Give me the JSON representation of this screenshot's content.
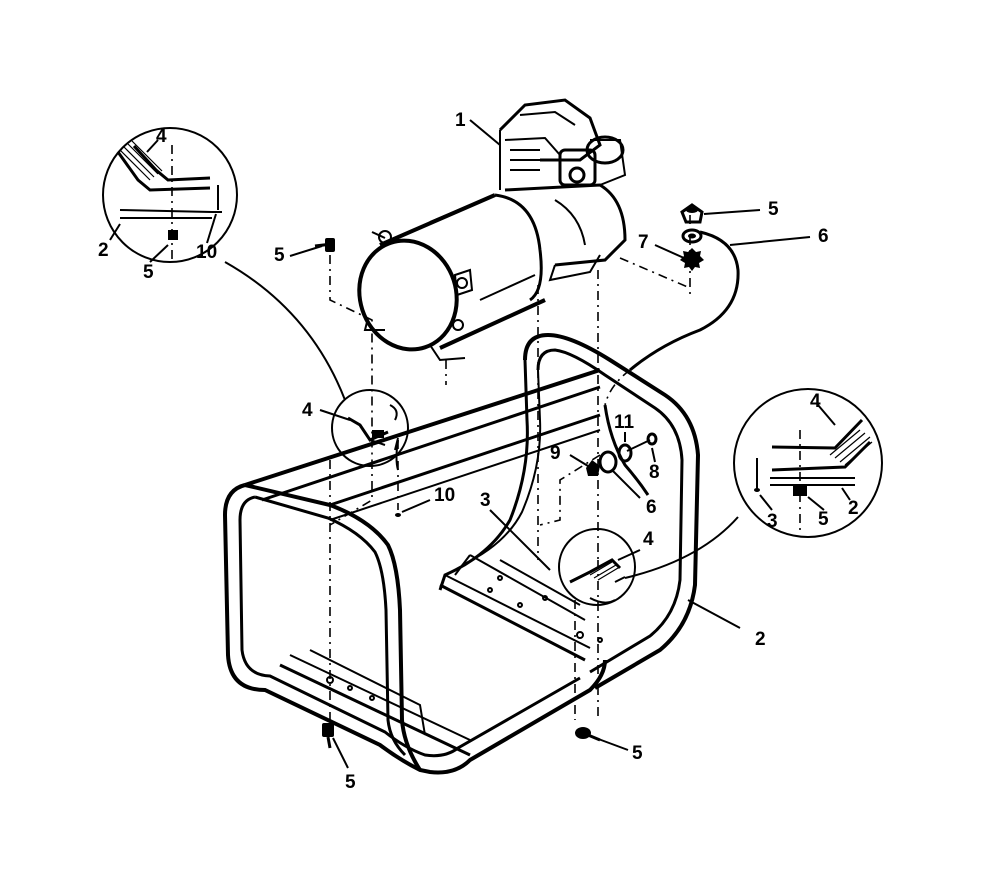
{
  "callouts": {
    "c1": "1",
    "c5_left_top": "5",
    "c5_right_top": "5",
    "c7": "7",
    "c6_top": "6",
    "c4_mid": "4",
    "c10_mid": "10",
    "c11": "11",
    "c9": "9",
    "c8": "8",
    "c6_mid": "6",
    "c3_mid": "3",
    "c4_right": "4",
    "c2_right": "2",
    "c5_bottom_left": "5",
    "c5_bottom_right": "5",
    "inset_left": {
      "c4": "4",
      "c2": "2",
      "c5": "5",
      "c10": "10"
    },
    "inset_right": {
      "c4": "4",
      "c3": "3",
      "c5": "5",
      "c2": "2"
    }
  }
}
